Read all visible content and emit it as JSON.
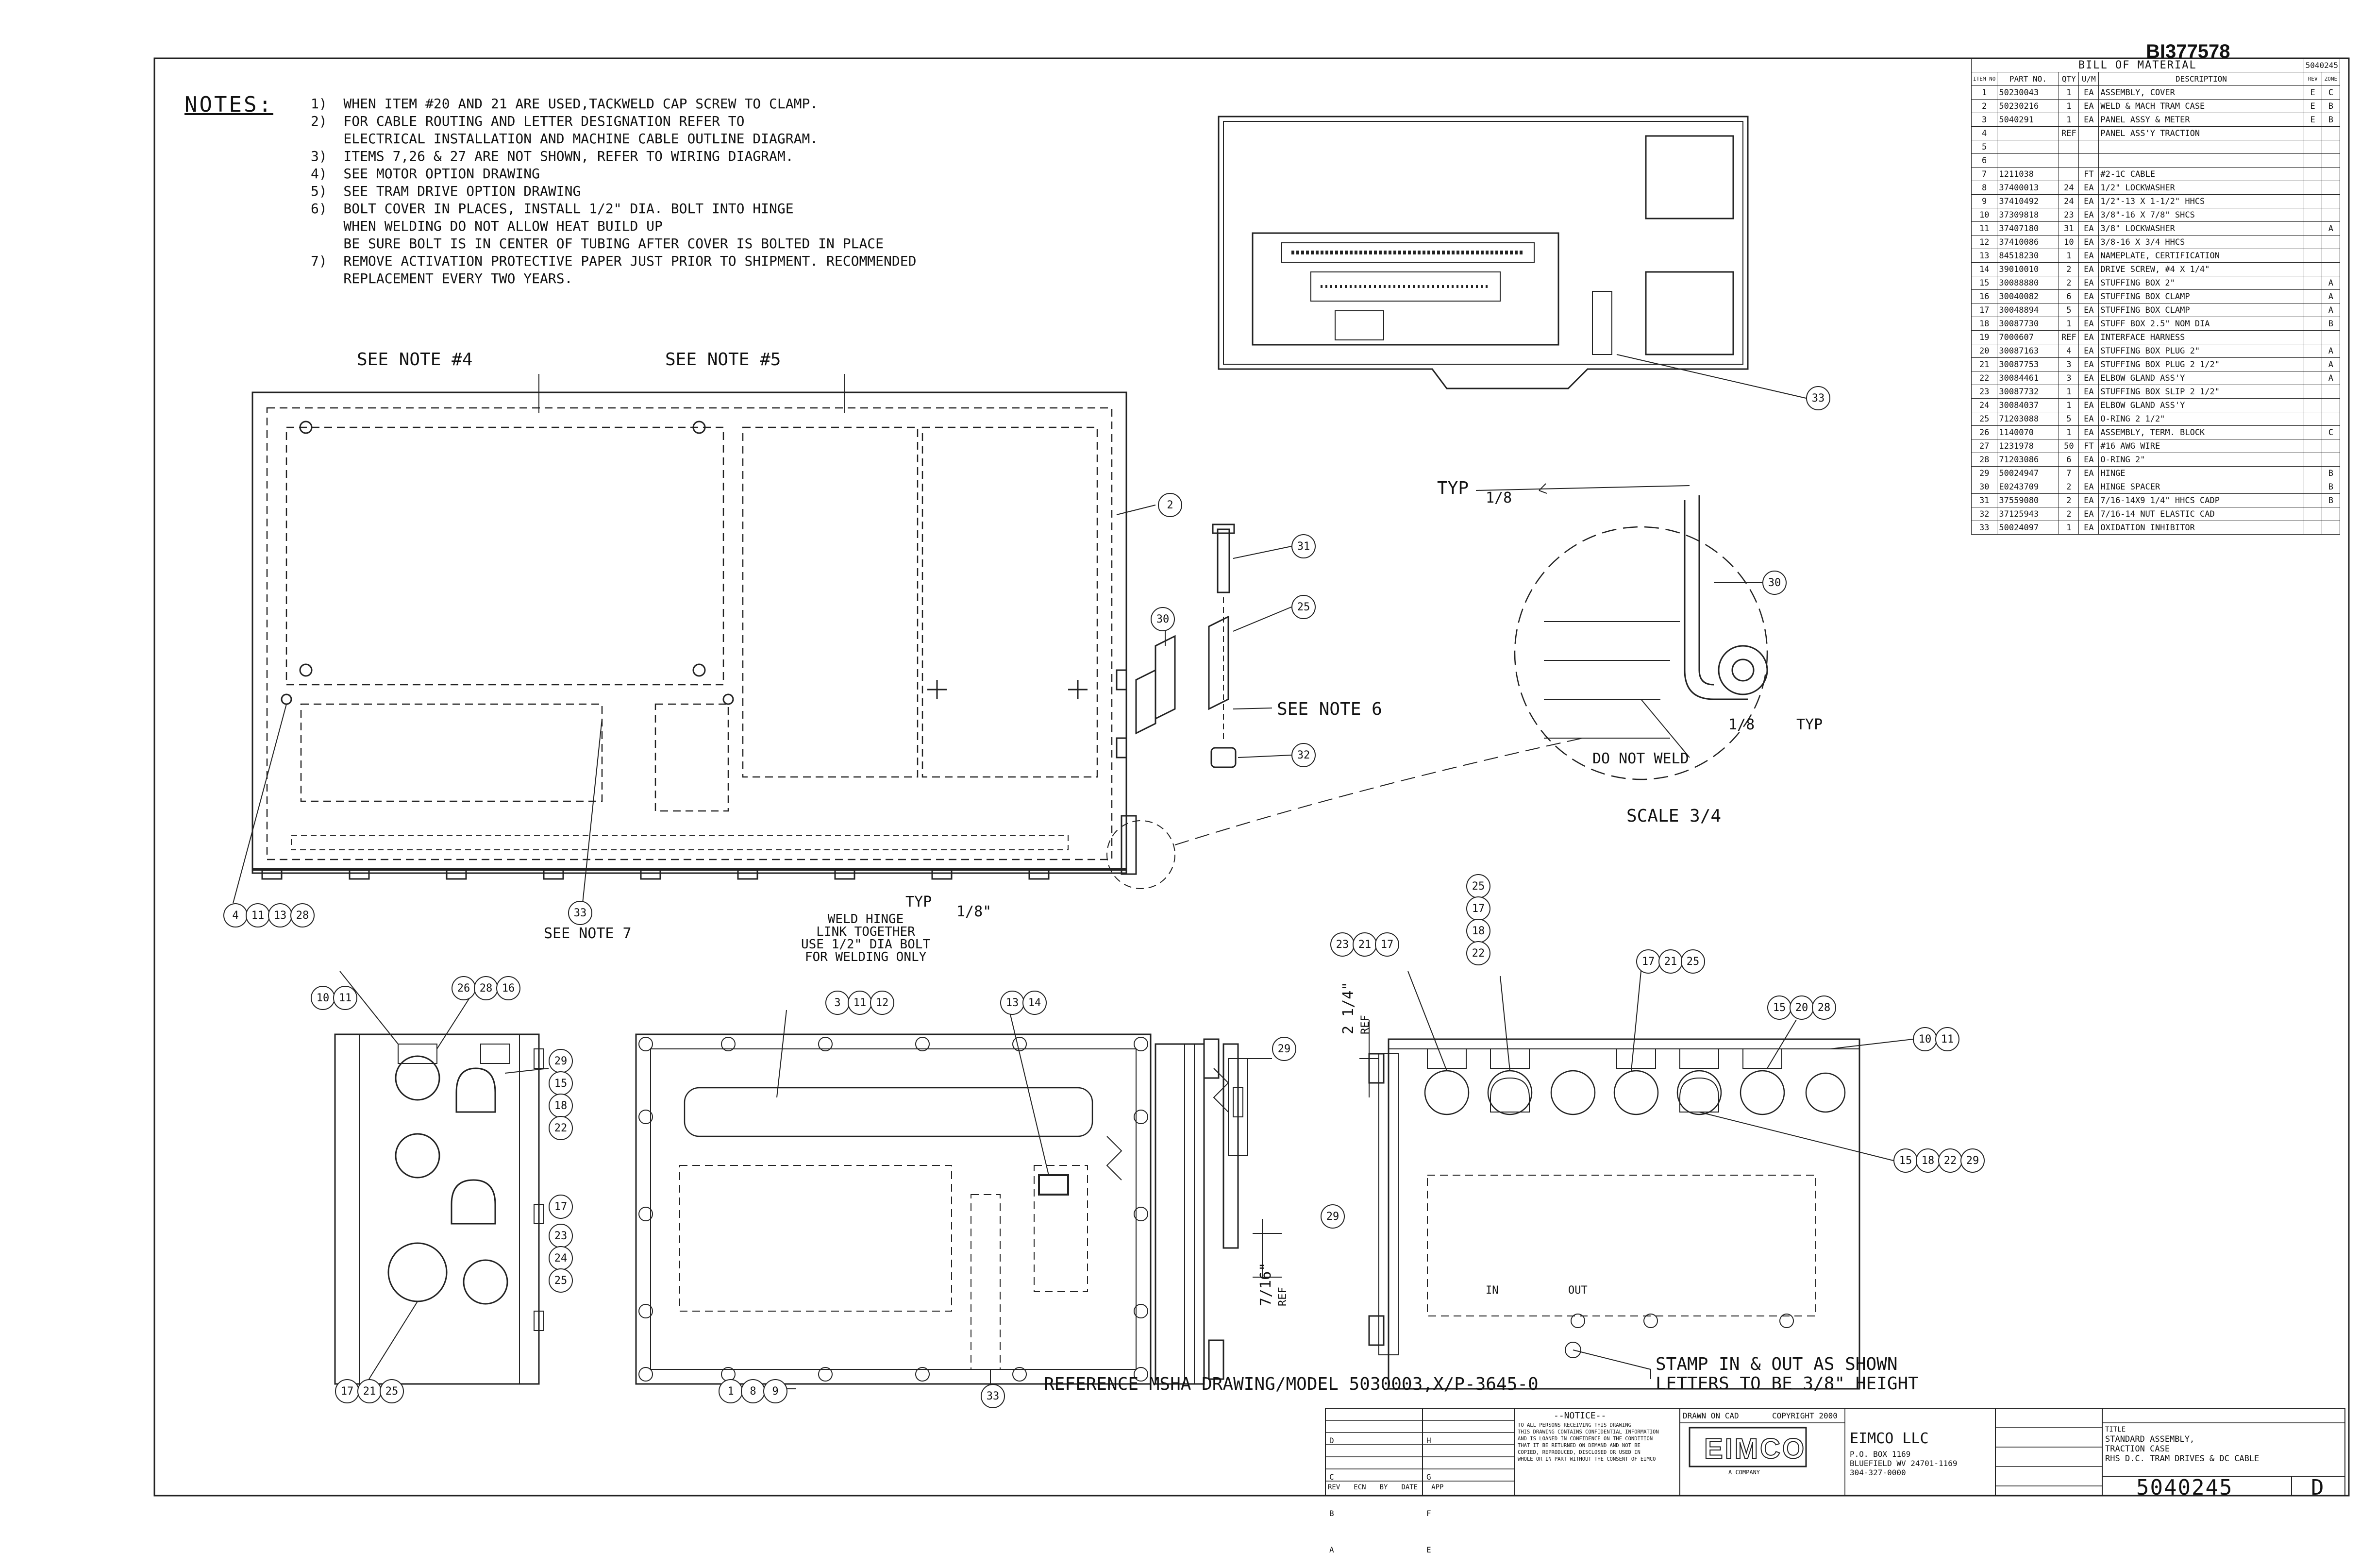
{
  "stamp_id": "BI377578",
  "notes": {
    "heading": "NOTES:",
    "lines": [
      "1)  WHEN ITEM #20 AND 21 ARE USED,TACKWELD CAP SCREW TO CLAMP.",
      "2)  FOR CABLE ROUTING AND LETTER DESIGNATION REFER TO",
      "    ELECTRICAL INSTALLATION AND MACHINE CABLE OUTLINE DIAGRAM.",
      "3)  ITEMS 7,26 & 27 ARE NOT SHOWN, REFER TO WIRING DIAGRAM.",
      "4)  SEE MOTOR OPTION DRAWING",
      "5)  SEE TRAM DRIVE OPTION DRAWING",
      "6)  BOLT COVER IN PLACES, INSTALL 1/2\" DIA. BOLT INTO HINGE",
      "    WHEN WELDING DO NOT ALLOW HEAT BUILD UP",
      "    BE SURE BOLT IS IN CENTER OF TUBING AFTER COVER IS BOLTED IN PLACE",
      "7)  REMOVE ACTIVATION PROTECTIVE PAPER JUST PRIOR TO SHIPMENT. RECOMMENDED",
      "    REPLACEMENT EVERY TWO YEARS."
    ]
  },
  "labels": {
    "see_note_4": "SEE NOTE #4",
    "see_note_5": "SEE NOTE #5",
    "see_note_6": "SEE NOTE 6",
    "see_note_7": "SEE NOTE 7",
    "typ_1": "TYP",
    "frac_1": "1/8",
    "typ_2": "TYP",
    "frac_2": "1/8",
    "typ_3": "TYP",
    "frac_3": "1/8\"",
    "do_not_weld": "DO NOT WELD",
    "scale": "SCALE 3/4",
    "weld_hinge": "WELD HINGE\nLINK TOGETHER\nUSE 1/2\" DIA BOLT\nFOR WELDING ONLY",
    "dim_1": "2 1/4\"",
    "dim_1_ref": "REF",
    "dim_2": "7/16\"",
    "dim_2_ref": "REF",
    "stamp_note": "STAMP IN & OUT AS SHOWN\nLETTERS TO BE 3/8\" HEIGHT",
    "reference": "REFERENCE MSHA DRAWING/MODEL 5030003,X/P-3645-0",
    "in_mark": "IN",
    "out_mark": "OUT"
  },
  "balloons": {
    "b33a": "33",
    "b2": "2",
    "b31": "31",
    "b30a": "30",
    "b25": "25",
    "b32": "32",
    "b30b": "30",
    "b4": "4",
    "b11": "11",
    "b13": "13",
    "b28": "28",
    "b33b": "33",
    "b10a": "10",
    "b11a": "11",
    "b26": "26",
    "b28b": "28",
    "b16": "16",
    "b29a": "29",
    "b15a": "15",
    "b18a": "18",
    "b22a": "22",
    "b17a": "17",
    "b23": "23",
    "b24": "24",
    "b25a": "25",
    "b17b": "17",
    "b21b": "21",
    "b25b": "25",
    "b3": "3",
    "b11c": "11",
    "b12": "12",
    "b13c": "13",
    "b14": "14",
    "b1": "1",
    "b8": "8",
    "b9": "9",
    "b33c": "33",
    "b29b": "29",
    "b23d": "23",
    "b21d": "21",
    "b17d": "17",
    "b25e": "25",
    "b17e": "17",
    "b18e": "18",
    "b22e": "22",
    "b17f": "17",
    "b21f": "21",
    "b25f": "25",
    "b15g": "15",
    "b20g": "20",
    "b28g": "28",
    "b10h": "10",
    "b11h": "11",
    "b15i": "15",
    "b18i": "18",
    "b22i": "22",
    "b29i": "29",
    "b29j": "29"
  },
  "bom": {
    "title": "BILL OF MATERIAL",
    "title_right": "5040245",
    "headers": [
      "ITEM NO",
      "PART NO.",
      "QTY",
      "U/M",
      "DESCRIPTION",
      "REV",
      "ZONE"
    ],
    "rows": [
      [
        "1",
        "50230043",
        "1",
        "EA",
        "ASSEMBLY, COVER",
        "E",
        "C"
      ],
      [
        "2",
        "50230216",
        "1",
        "EA",
        "WELD & MACH TRAM CASE",
        "E",
        "B"
      ],
      [
        "3",
        "5040291",
        "1",
        "EA",
        "PANEL ASSY & METER",
        "E",
        "B"
      ],
      [
        "4",
        "",
        "REF",
        "",
        "PANEL ASS'Y TRACTION",
        "",
        ""
      ],
      [
        "5",
        "",
        "",
        "",
        "",
        "",
        ""
      ],
      [
        "6",
        "",
        "",
        "",
        "",
        "",
        ""
      ],
      [
        "7",
        "1211038",
        "",
        "FT",
        "#2-1C CABLE",
        "",
        ""
      ],
      [
        "8",
        "37400013",
        "24",
        "EA",
        "1/2\" LOCKWASHER",
        "",
        ""
      ],
      [
        "9",
        "37410492",
        "24",
        "EA",
        "1/2\"-13 X 1-1/2\" HHCS",
        "",
        ""
      ],
      [
        "10",
        "37309818",
        "23",
        "EA",
        "3/8\"-16 X 7/8\" SHCS",
        "",
        ""
      ],
      [
        "11",
        "37407180",
        "31",
        "EA",
        "3/8\" LOCKWASHER",
        "",
        "A"
      ],
      [
        "12",
        "37410086",
        "10",
        "EA",
        "3/8-16 X 3/4 HHCS",
        "",
        ""
      ],
      [
        "13",
        "84518230",
        "1",
        "EA",
        "NAMEPLATE, CERTIFICATION",
        "",
        ""
      ],
      [
        "14",
        "39010010",
        "2",
        "EA",
        "DRIVE SCREW, #4 X 1/4\"",
        "",
        ""
      ],
      [
        "15",
        "30088880",
        "2",
        "EA",
        "STUFFING BOX 2\"",
        "",
        "A"
      ],
      [
        "16",
        "30040082",
        "6",
        "EA",
        "STUFFING BOX CLAMP",
        "",
        "A"
      ],
      [
        "17",
        "30048894",
        "5",
        "EA",
        "STUFFING BOX CLAMP",
        "",
        "A"
      ],
      [
        "18",
        "30087730",
        "1",
        "EA",
        "STUFF BOX 2.5\" NOM DIA",
        "",
        "B"
      ],
      [
        "19",
        "7000607",
        "REF",
        "EA",
        "INTERFACE HARNESS",
        "",
        ""
      ],
      [
        "20",
        "30087163",
        "4",
        "EA",
        "STUFFING BOX PLUG 2\"",
        "",
        "A"
      ],
      [
        "21",
        "30087753",
        "3",
        "EA",
        "STUFFING BOX PLUG 2 1/2\"",
        "",
        "A"
      ],
      [
        "22",
        "30084461",
        "3",
        "EA",
        "ELBOW GLAND ASS'Y",
        "",
        "A"
      ],
      [
        "23",
        "30087732",
        "1",
        "EA",
        "STUFFING BOX SLIP 2 1/2\"",
        "",
        ""
      ],
      [
        "24",
        "30084037",
        "1",
        "EA",
        "ELBOW GLAND ASS'Y",
        "",
        ""
      ],
      [
        "25",
        "71203088",
        "5",
        "EA",
        "O-RING 2 1/2\"",
        "",
        ""
      ],
      [
        "26",
        "1140070",
        "1",
        "EA",
        "ASSEMBLY, TERM. BLOCK",
        "",
        "C"
      ],
      [
        "27",
        "1231978",
        "50",
        "FT",
        "#16 AWG WIRE",
        "",
        ""
      ],
      [
        "28",
        "71203086",
        "6",
        "EA",
        "O-RING 2\"",
        "",
        ""
      ],
      [
        "29",
        "50024947",
        "7",
        "EA",
        "HINGE",
        "",
        "B"
      ],
      [
        "30",
        "E0243709",
        "2",
        "EA",
        "HINGE SPACER",
        "",
        "B"
      ],
      [
        "31",
        "37559080",
        "2",
        "EA",
        "7/16-14X9 1/4\" HHCS CADP",
        "",
        "B"
      ],
      [
        "32",
        "37125943",
        "2",
        "EA",
        "7/16-14 NUT ELASTIC CAD",
        "",
        ""
      ],
      [
        "33",
        "50024097",
        "1",
        "EA",
        "OXIDATION INHIBITOR",
        "",
        ""
      ]
    ]
  },
  "title_block": {
    "notice_heading": "--NOTICE--",
    "notice_text": "TO ALL PERSONS RECEIVING THIS DRAWING\nTHIS DRAWING CONTAINS CONFIDENTIAL INFORMATION\nAND IS LOANED IN CONFIDENCE ON THE CONDITION\nTHAT IT BE RETURNED ON DEMAND AND NOT BE\nCOPIED, REPRODUCED, DISCLOSED OR USED IN\nWHOLE OR IN PART WITHOUT THE CONSENT OF EIMCO",
    "drawn_on": "DRAWN ON CAD",
    "copyright": "COPYRIGHT 2000",
    "logo_text": "EIMCO",
    "logo_sub": "A COMPANY",
    "company": "EIMCO LLC",
    "company_addr": "P.O. BOX 1169\nBLUEFIELD WV 24701-1169\n304-327-0000",
    "title_label": "TITLE",
    "title_text": "STANDARD ASSEMBLY,\nTRACTION CASE\nRHS D.C. TRAM DRIVES & DC CABLE",
    "dwg_no": "5040245",
    "rev": "D",
    "rev_headers": [
      "REV",
      "ECN",
      "BY",
      "DATE",
      "APP"
    ],
    "rev_letters": [
      "D",
      "C",
      "B",
      "A"
    ],
    "rev_letters_right": [
      "H",
      "G",
      "F",
      "E"
    ]
  }
}
